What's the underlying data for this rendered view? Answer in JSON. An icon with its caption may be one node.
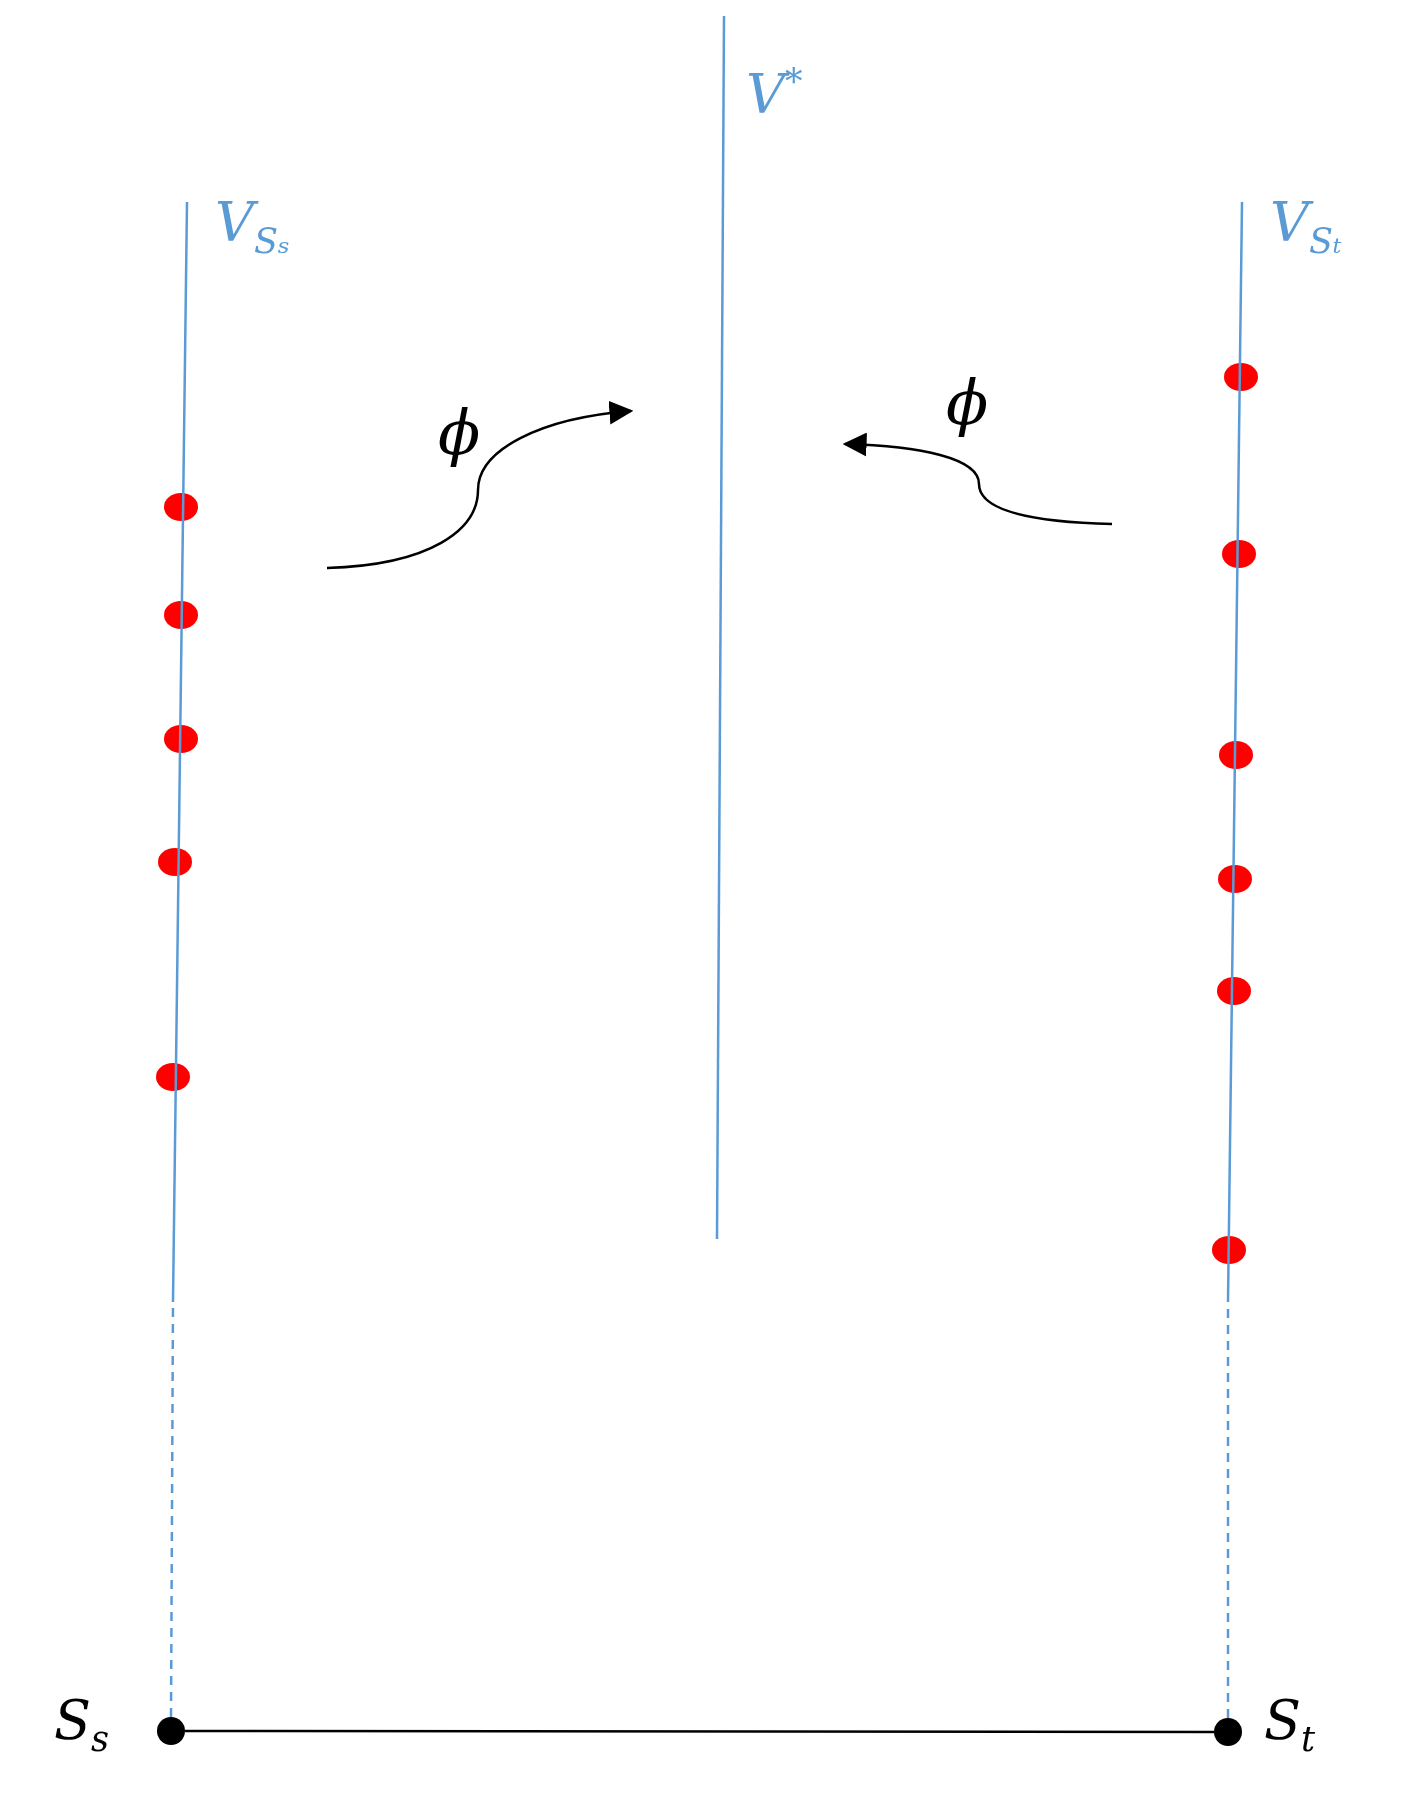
{
  "diagram": {
    "nodes": [
      {
        "text": [],
        "shape": "bar",
        "beside": [
          "V$_{Sₛ}$"
        ]
      },
      {
        "text": [],
        "shape": "bar",
        "beside": [
          "V$^{*}$"
        ]
      },
      {
        "text": [],
        "shape": "bar",
        "beside": [
          "V$_{Sₜ}$"
        ]
      },
      {
        "text": [],
        "shape": "circle",
        "beside": [
          "S$_{s}$"
        ]
      },
      {
        "text": [],
        "shape": "circle",
        "beside": [
          "S$_{t}$"
        ]
      }
    ],
    "edges": [
      {
        "from": 3,
        "to": 0,
        "arrow": "none",
        "style": "dashed",
        "color": "#5b9bd5"
      },
      {
        "from": 4,
        "to": 2,
        "arrow": "none",
        "style": "dashed",
        "color": "#5b9bd5"
      },
      {
        "from": 3,
        "to": 4,
        "arrow": "none",
        "color": "#000000"
      }
    ],
    "labels": [
      "ϕ",
      "ϕ"
    ]
  }
}
